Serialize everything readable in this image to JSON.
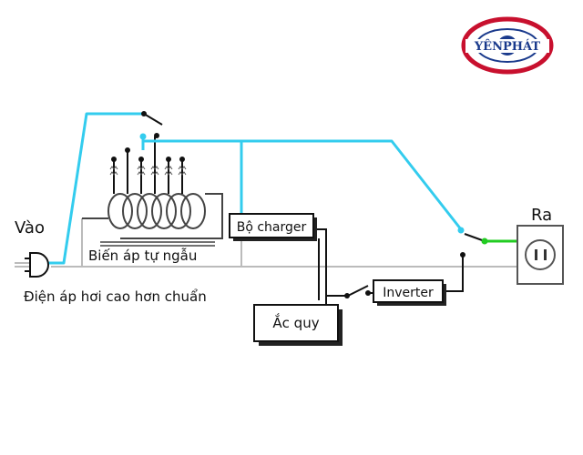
{
  "logo": {
    "text": "YÊNPHÁT"
  },
  "labels": {
    "input": "Vào",
    "output": "Ra",
    "transformer": "Biến áp tự ngẫu",
    "note": "Điện áp hơi cao hơn chuẩn"
  },
  "blocks": {
    "charger": "Bộ charger",
    "inverter": "Inverter",
    "battery": "Ắc quy"
  },
  "colors": {
    "active_line": "#33ccee",
    "output_line": "#22cc22",
    "idle_line": "#bbbbbb",
    "outline": "#111111",
    "logo_red": "#c8102e",
    "logo_blue": "#1a3a8c"
  }
}
